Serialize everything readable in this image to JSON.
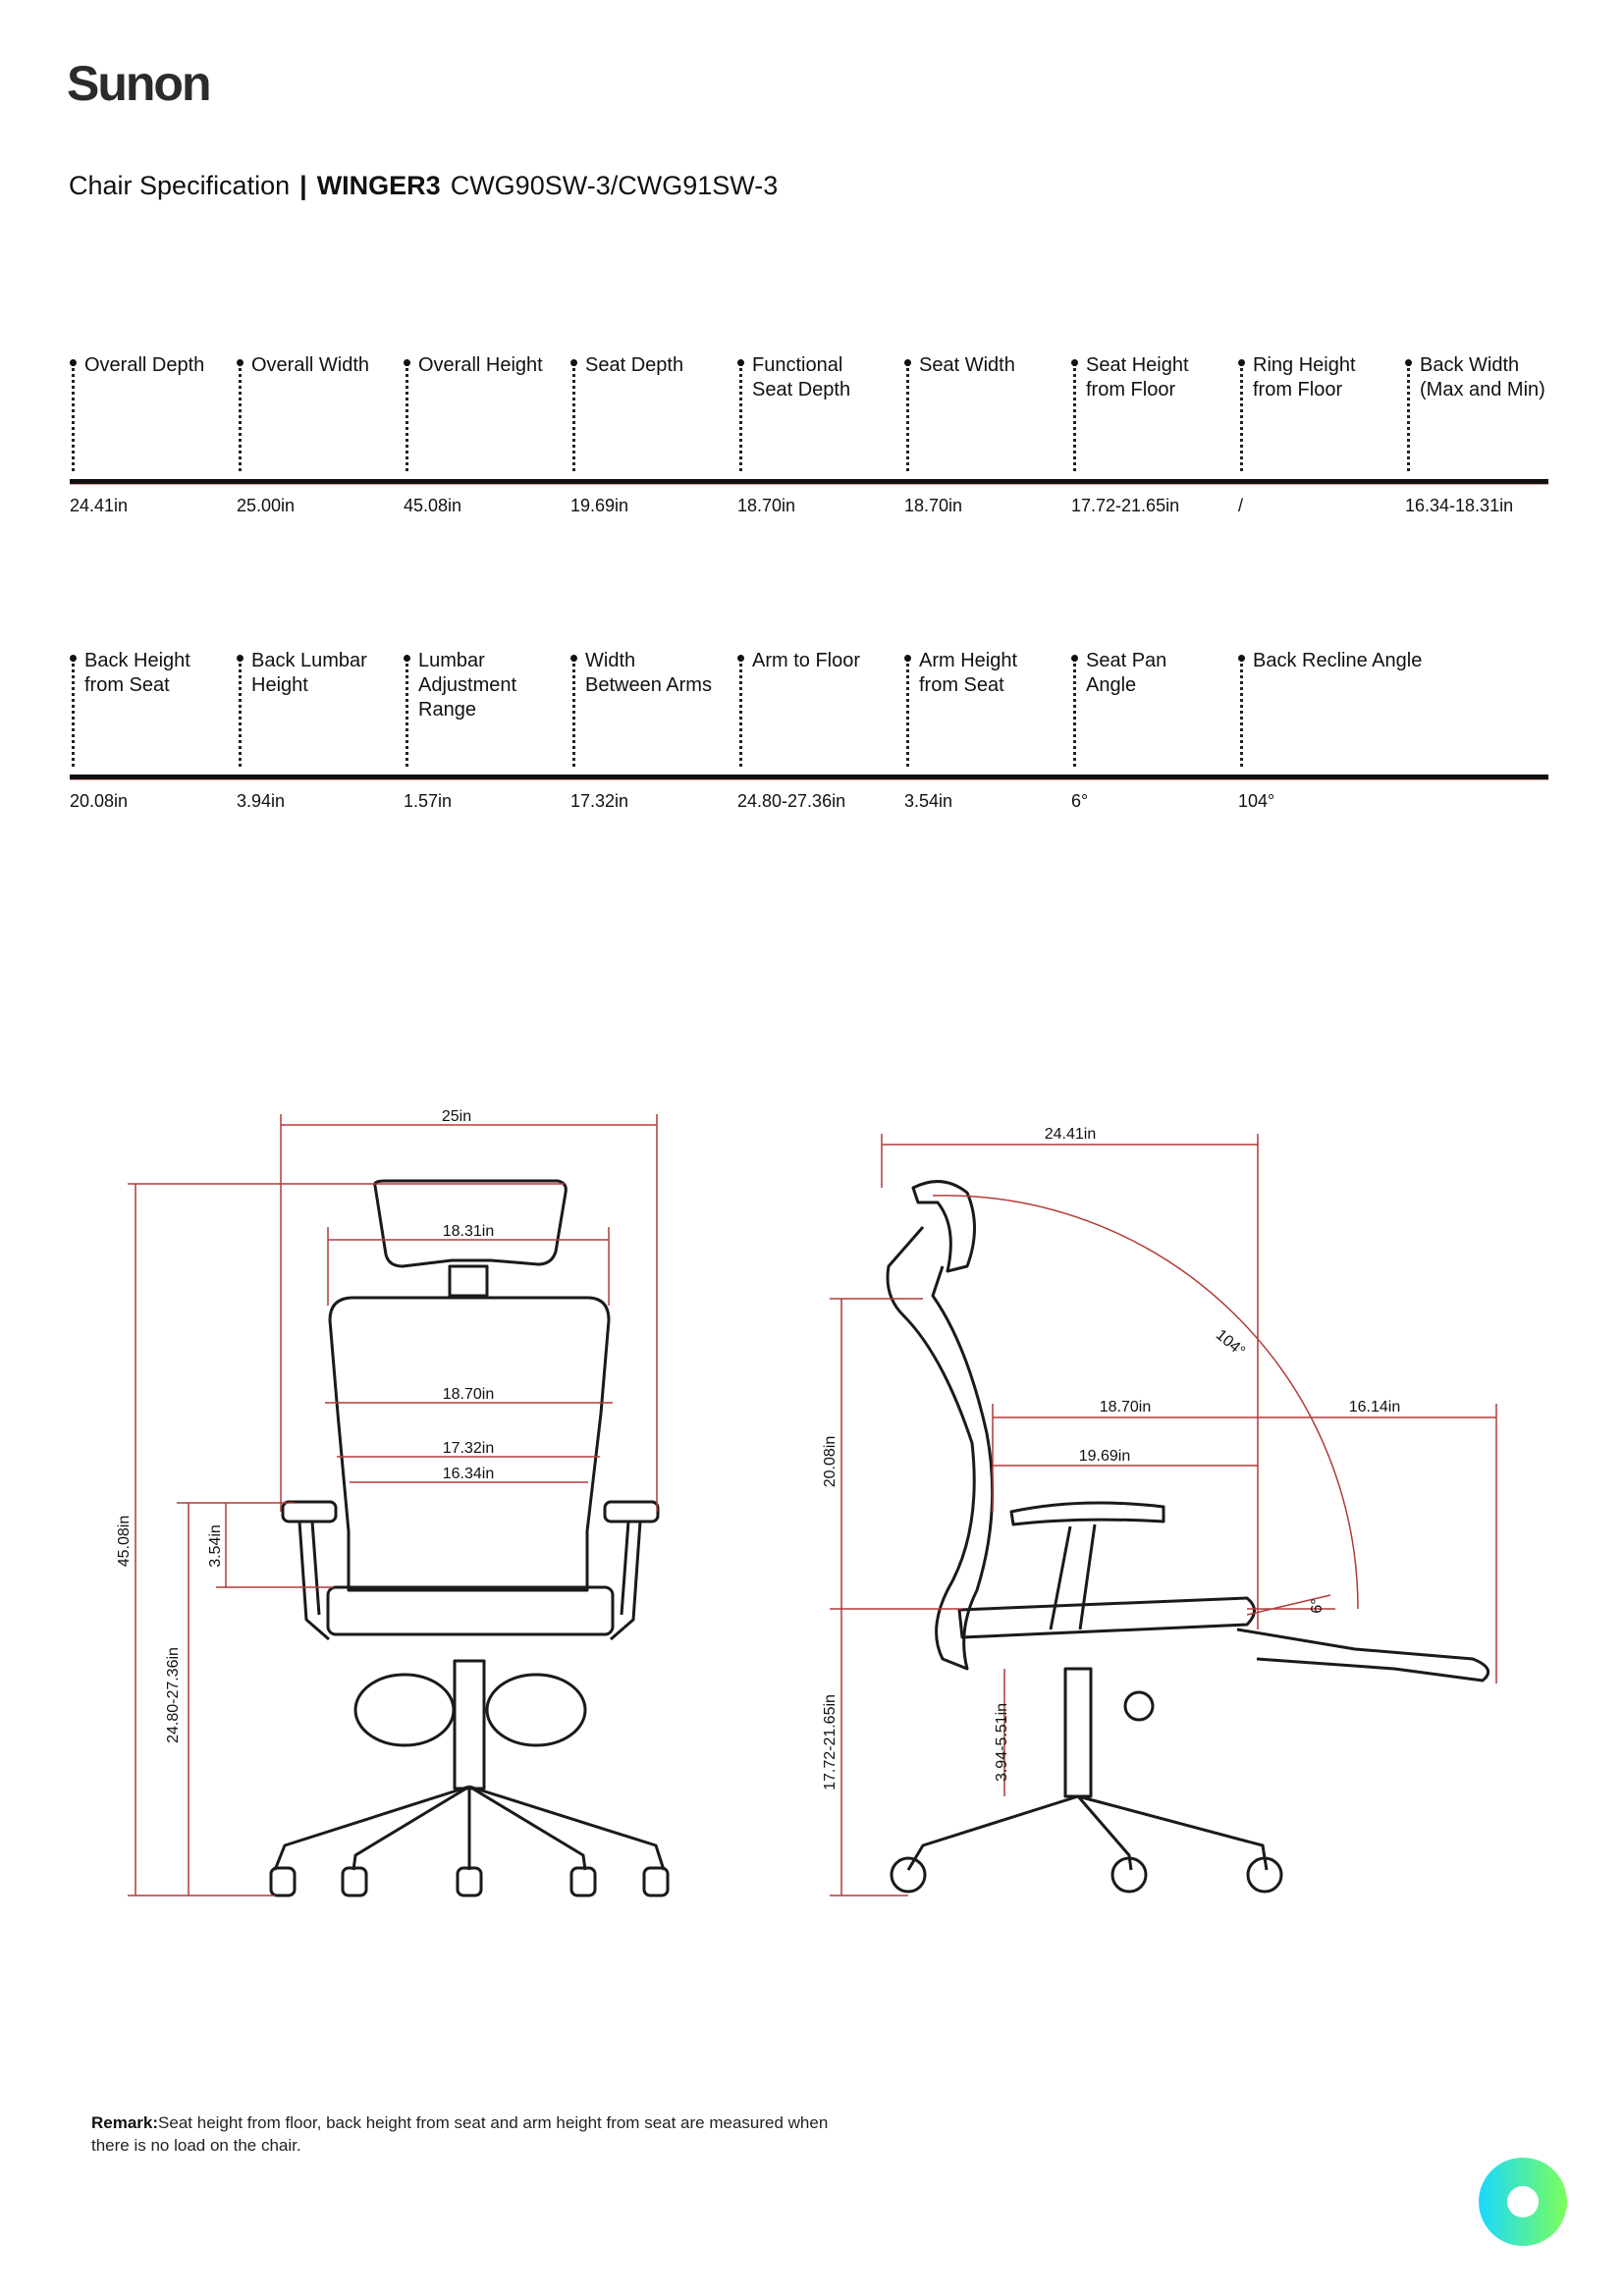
{
  "brand": {
    "logo_text": "Sunon"
  },
  "header": {
    "title": "Chair Specification",
    "separator": "|",
    "model": "WINGER3",
    "codes": "CWG90SW-3/CWG91SW-3"
  },
  "spec_table_1": [
    {
      "label": "Overall Depth",
      "value": "24.41in"
    },
    {
      "label": "Overall Width",
      "value": "25.00in"
    },
    {
      "label": "Overall Height",
      "value": "45.08in"
    },
    {
      "label": "Seat Depth",
      "value": "19.69in"
    },
    {
      "label": "Functional\nSeat Depth",
      "value": "18.70in"
    },
    {
      "label": "Seat Width",
      "value": "18.70in"
    },
    {
      "label": "Seat Height\nfrom Floor",
      "value": "17.72-21.65in"
    },
    {
      "label": "Ring Height\nfrom Floor",
      "value": "/"
    },
    {
      "label": "Back Width\n(Max and Min)",
      "value": "16.34-18.31in"
    }
  ],
  "spec_table_2": [
    {
      "label": "Back Height\nfrom Seat",
      "value": "20.08in"
    },
    {
      "label": "Back Lumbar\nHeight",
      "value": "3.94in"
    },
    {
      "label": "Lumbar\nAdjustment\nRange",
      "value": "1.57in"
    },
    {
      "label": "Width\nBetween Arms",
      "value": "17.32in"
    },
    {
      "label": "Arm to Floor",
      "value": "24.80-27.36in"
    },
    {
      "label": "Arm Height\nfrom Seat",
      "value": "3.54in"
    },
    {
      "label": "Seat Pan\nAngle",
      "value": "6°"
    },
    {
      "label": "Back Recline Angle",
      "value": "104°"
    }
  ],
  "front_view": {
    "overall_width": "25in",
    "back_width_max": "18.31in",
    "seat_width": "18.70in",
    "width_between_arms": "17.32in",
    "back_width_min": "16.34in",
    "overall_height": "45.08in",
    "arm_height_from_seat": "3.54in",
    "arm_to_floor": "24.80-27.36in"
  },
  "side_view": {
    "overall_depth": "24.41in",
    "back_height_from_seat": "20.08in",
    "functional_seat_depth": "18.70in",
    "recline_extension": "16.14in",
    "seat_depth": "19.69in",
    "recline_angle": "104°",
    "seat_pan_angle": "6°",
    "seat_height_from_floor": "17.72-21.65in",
    "lumbar_height": "3.94-5.51in"
  },
  "remark": {
    "label": "Remark:",
    "text": "Seat height from floor, back height from seat and arm height from seat are measured when there is no load on the chair."
  },
  "colors": {
    "dimension_line": "#b23a3a",
    "outline": "#1a1a1a",
    "badge_start": "#1ad8ff",
    "badge_end": "#7bff5a"
  }
}
